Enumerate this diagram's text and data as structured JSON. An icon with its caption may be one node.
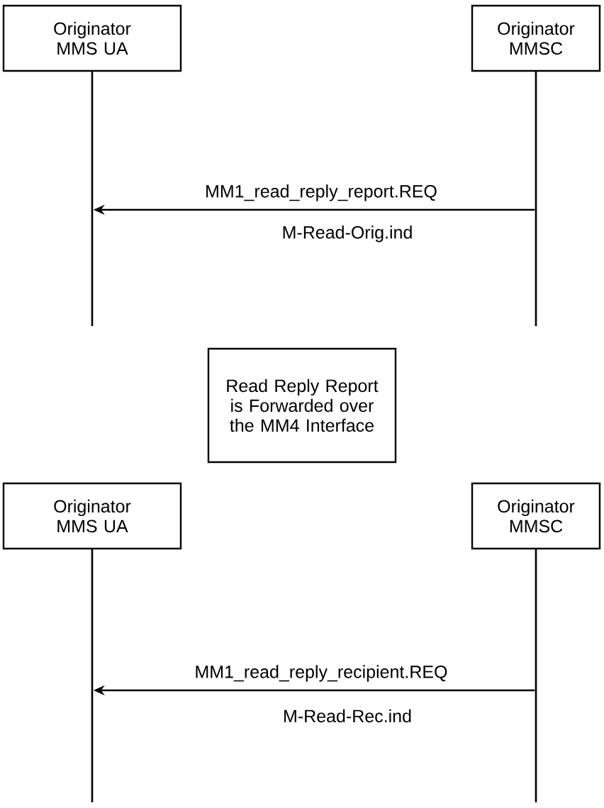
{
  "diagram": {
    "nodes": [
      {
        "text": [
          "Originator MMS UA"
        ]
      },
      {
        "text": [],
        "shape": "bar"
      },
      {
        "text": [
          "Originator MMSC"
        ]
      },
      {
        "text": [],
        "shape": "bar"
      },
      {
        "text": [
          "Read Reply Report is Forwarded over the MM4 Interface"
        ]
      },
      {
        "text": [
          "Originator MMS UA"
        ]
      },
      {
        "text": [],
        "shape": "bar"
      },
      {
        "text": [
          "Originator MMSC"
        ]
      },
      {
        "text": [],
        "shape": "bar"
      }
    ],
    "edges": [
      {
        "from": 3,
        "to": 1,
        "arrow": "to",
        "label": "MM1_read_reply_report.REQ"
      },
      {
        "from": 8,
        "to": 6,
        "arrow": "to",
        "label": "MM1_read_reply_recipient.REQ"
      }
    ],
    "labels": [
      "M-Read-Orig.ind",
      "M-Read-Rec.ind"
    ]
  }
}
